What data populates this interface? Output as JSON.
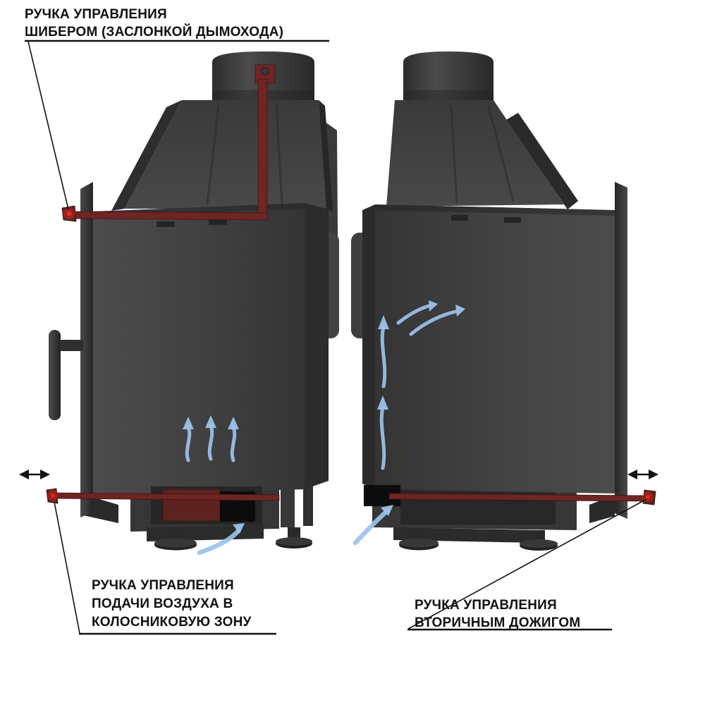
{
  "labels": {
    "damper": {
      "line1": "РУЧКА УПРАВЛЕНИЯ",
      "line2": "ШИБЕРОМ (ЗАСЛОНКОЙ ДЫМОХОДА)"
    },
    "grate_air": {
      "line1": "РУЧКА УПРАВЛЕНИЯ",
      "line2": "ПОДАЧИ ВОЗДУХА В",
      "line3": "КОЛОСНИКОВУЮ ЗОНУ"
    },
    "secondary_burn": {
      "line1": "РУЧКА УПРАВЛЕНИЯ",
      "line2": "ВТОРИЧНЫМ ДОЖИГОМ"
    }
  },
  "colors": {
    "ink": "#111111",
    "accent_red": "#e8231c",
    "rod_red": "#6f2524",
    "drawer_red": "#5e2320",
    "flow_blue": "#9cc2e9",
    "body_gray": "#414141",
    "background": "#ffffff"
  },
  "icons": {
    "airflow": "airflow-arrow-icon",
    "handle_travel": "double-headed-arrow-icon",
    "handle_tip": "handle-indicator-dot-icon"
  }
}
